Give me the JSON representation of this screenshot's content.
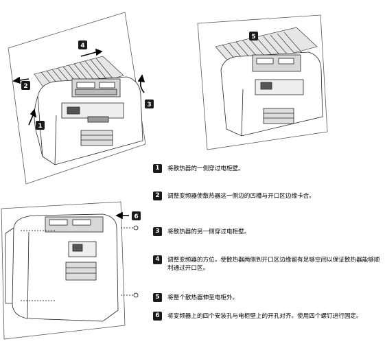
{
  "figures": {
    "fig1": {
      "callouts": [
        "4",
        "2",
        "3",
        "1"
      ]
    },
    "fig2": {
      "callouts": [
        "5"
      ]
    },
    "fig3": {
      "callouts": [
        "6"
      ]
    }
  },
  "steps": [
    {
      "num": "1",
      "text": "将散热器的一侧穿过电柜壁。"
    },
    {
      "num": "2",
      "text": "调整变频器使散热器这一侧边的凹槽与开口区边缘卡合。"
    },
    {
      "num": "3",
      "text": "将散热器的另一侧穿过电柜壁。"
    },
    {
      "num": "4",
      "text": "调整变频器的方位，使散热器两侧到开口区边缘留有足够空间以保证散热器能够顺利通过开口区。"
    },
    {
      "num": "5",
      "text": "将整个散热器伸至电柜外。"
    },
    {
      "num": "6",
      "text": "将变频器上的四个安装孔与电柜壁上的开孔对齐。使用四个螺钉进行固定。"
    }
  ]
}
